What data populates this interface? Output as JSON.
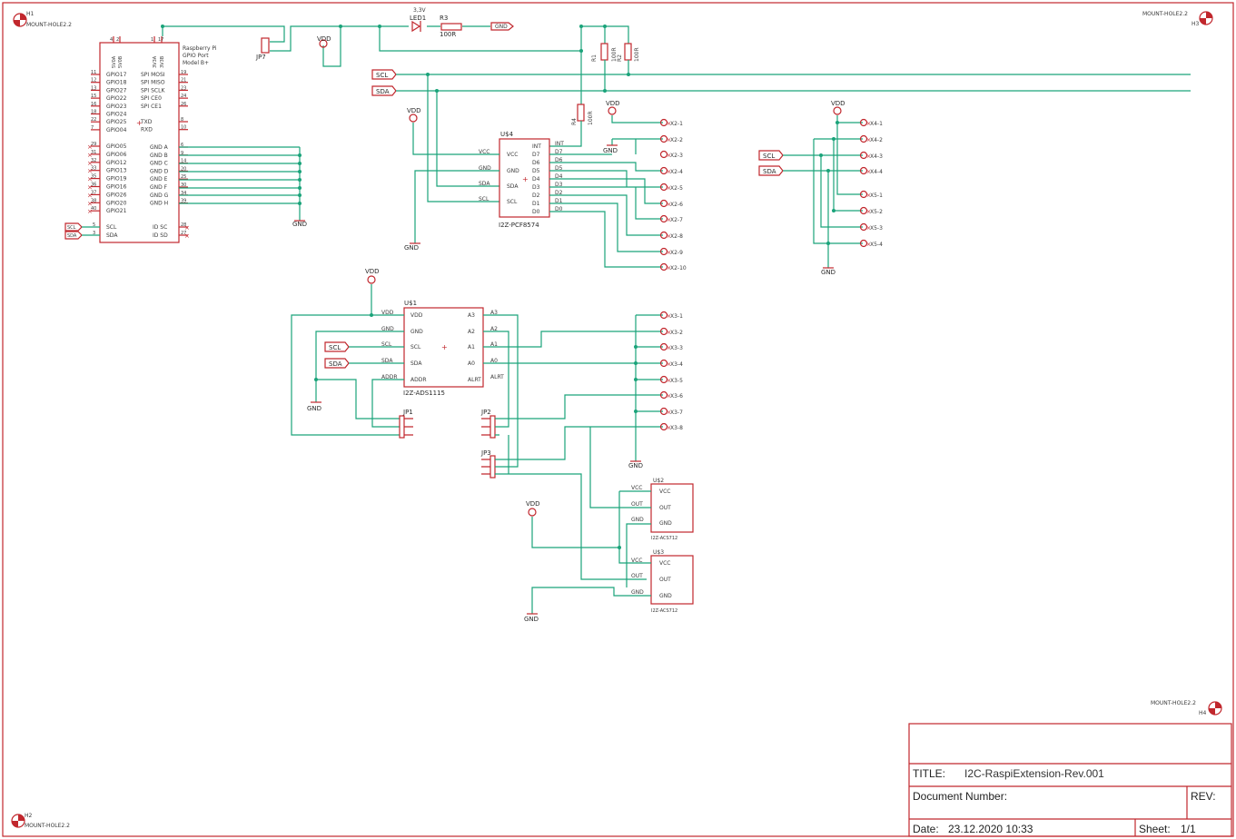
{
  "mount_holes": {
    "h1": {
      "ref": "H1",
      "label": "MOUNT-HOLE2.2"
    },
    "h2": {
      "ref": "H2",
      "label": "MOUNT-HOLE2.2"
    },
    "h3": {
      "ref": "H3",
      "label": "MOUNT-HOLE2.2"
    },
    "h4": {
      "ref": "H4",
      "label": "MOUNT-HOLE2.2"
    }
  },
  "raspi": {
    "title_lines": [
      "Raspberry Pi",
      "GPIO Port",
      "Model B+"
    ],
    "top_pins": [
      "5V0A",
      "5V0B",
      "3V3A",
      "3V3B"
    ],
    "top_pin_nums": [
      "4",
      "2",
      "1",
      "17"
    ],
    "left_pins": [
      "GPIO17",
      "GPIO18",
      "GPIO27",
      "GPIO22",
      "GPIO23",
      "GPIO24",
      "GPIO25",
      "GPIO04",
      "GPIO05",
      "GPIO06",
      "GPIO12",
      "GPIO13",
      "GPIO19",
      "GPIO16",
      "GPIO26",
      "GPIO20",
      "GPIO21"
    ],
    "left_nums": [
      "11",
      "12",
      "13",
      "15",
      "16",
      "18",
      "22",
      "7",
      "29",
      "31",
      "32",
      "33",
      "35",
      "36",
      "37",
      "38",
      "40"
    ],
    "right_pins_a": [
      "SPI MOSI",
      "SPI MISO",
      "SPI SCLK",
      "SPI CE0",
      "SPI CE1",
      "TXD",
      "RXD"
    ],
    "right_nums_a": [
      "19",
      "21",
      "23",
      "24",
      "26",
      "8",
      "10"
    ],
    "right_pins_b": [
      "GND A",
      "GND B",
      "GND C",
      "GND D",
      "GND E",
      "GND F",
      "GND G",
      "GND H"
    ],
    "right_nums_b": [
      "6",
      "9",
      "14",
      "20",
      "25",
      "30",
      "34",
      "39"
    ],
    "bottom_left": [
      "SCL",
      "SDA"
    ],
    "bottom_left_nums": [
      "5",
      "3"
    ],
    "bottom_right": [
      "ID SC",
      "ID SD"
    ],
    "bottom_right_nums": [
      "28",
      "27"
    ]
  },
  "labels": {
    "scl": "SCL",
    "sda": "SDA",
    "vdd": "VDD",
    "gnd": "GND",
    "jp7": "JP7",
    "led": "LED1",
    "led_v": "3,3V",
    "r3": "R3",
    "r3v": "100R",
    "r1": "R1",
    "r1v": "100R",
    "r2": "R2",
    "r2v": "100R",
    "r4": "R4",
    "r4v": "100R"
  },
  "pcf": {
    "ref": "U$4",
    "part": "I2Z-PCF8574",
    "left_pins": [
      "VCC",
      "GND",
      "SDA",
      "SCL"
    ],
    "right_pins": [
      "INT",
      "D7",
      "D6",
      "D5",
      "D4",
      "D3",
      "D2",
      "D1",
      "D0"
    ]
  },
  "ads": {
    "ref": "U$1",
    "part": "I2Z-ADS1115",
    "left_pins": [
      "VDD",
      "GND",
      "SCL",
      "SDA",
      "ADDR"
    ],
    "right_pins": [
      "A3",
      "A2",
      "A1",
      "A0",
      "ALRT"
    ]
  },
  "acs1": {
    "ref": "U$2",
    "part": "I2Z-ACS712",
    "pins": [
      "VCC",
      "OUT",
      "GND"
    ]
  },
  "acs2": {
    "ref": "U$3",
    "part": "I2Z-ACS712",
    "pins": [
      "VCC",
      "OUT",
      "GND"
    ]
  },
  "jumpers": {
    "jp1": "JP1",
    "jp2": "JP2",
    "jp3": "JP3"
  },
  "x2": [
    "X2-1",
    "X2-2",
    "X2-3",
    "X2-4",
    "X2-5",
    "X2-6",
    "X2-7",
    "X2-8",
    "X2-9",
    "X2-10"
  ],
  "x3": [
    "X3-1",
    "X3-2",
    "X3-3",
    "X3-4",
    "X3-5",
    "X3-6",
    "X3-7",
    "X3-8"
  ],
  "x4": [
    "X4-1",
    "X4-2",
    "X4-3",
    "X4-4"
  ],
  "x5": [
    "X5-1",
    "X5-2",
    "X5-3",
    "X5-4"
  ],
  "title_block": {
    "title_label": "TITLE:",
    "title": "I2C-RaspiExtension-Rev.001",
    "doc_label": "Document Number:",
    "rev_label": "REV:",
    "date_label": "Date:",
    "date": "23.12.2020 10:33",
    "sheet_label": "Sheet:",
    "sheet": "1/1"
  }
}
